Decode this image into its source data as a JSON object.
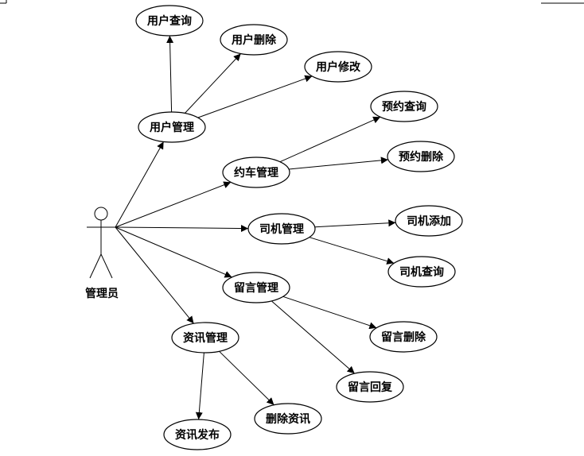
{
  "actor": {
    "label": "管理员"
  },
  "nodes": [
    {
      "id": "n_user_query",
      "label": "用户查询"
    },
    {
      "id": "n_user_delete",
      "label": "用户删除"
    },
    {
      "id": "n_user_modify",
      "label": "用户修改"
    },
    {
      "id": "n_user_mgmt",
      "label": "用户管理"
    },
    {
      "id": "n_booking_query",
      "label": "预约查询"
    },
    {
      "id": "n_booking_delete",
      "label": "预约删除"
    },
    {
      "id": "n_car_mgmt",
      "label": "约车管理"
    },
    {
      "id": "n_driver_mgmt",
      "label": "司机管理"
    },
    {
      "id": "n_driver_add",
      "label": "司机添加"
    },
    {
      "id": "n_driver_query",
      "label": "司机查询"
    },
    {
      "id": "n_msg_mgmt",
      "label": "留言管理"
    },
    {
      "id": "n_msg_delete",
      "label": "留言删除"
    },
    {
      "id": "n_msg_reply",
      "label": "留言回复"
    },
    {
      "id": "n_news_mgmt",
      "label": "资讯管理"
    },
    {
      "id": "n_news_publish",
      "label": "资讯发布"
    },
    {
      "id": "n_news_delete",
      "label": "删除资讯"
    }
  ],
  "edges": [
    {
      "from": "actor",
      "to": "n_user_mgmt"
    },
    {
      "from": "actor",
      "to": "n_car_mgmt"
    },
    {
      "from": "actor",
      "to": "n_driver_mgmt"
    },
    {
      "from": "actor",
      "to": "n_msg_mgmt"
    },
    {
      "from": "actor",
      "to": "n_news_mgmt"
    },
    {
      "from": "n_user_mgmt",
      "to": "n_user_query"
    },
    {
      "from": "n_user_mgmt",
      "to": "n_user_delete"
    },
    {
      "from": "n_user_mgmt",
      "to": "n_user_modify"
    },
    {
      "from": "n_car_mgmt",
      "to": "n_booking_query"
    },
    {
      "from": "n_car_mgmt",
      "to": "n_booking_delete"
    },
    {
      "from": "n_driver_mgmt",
      "to": "n_driver_add"
    },
    {
      "from": "n_driver_mgmt",
      "to": "n_driver_query"
    },
    {
      "from": "n_msg_mgmt",
      "to": "n_msg_delete"
    },
    {
      "from": "n_msg_mgmt",
      "to": "n_msg_reply"
    },
    {
      "from": "n_news_mgmt",
      "to": "n_news_publish"
    },
    {
      "from": "n_news_mgmt",
      "to": "n_news_delete"
    }
  ]
}
